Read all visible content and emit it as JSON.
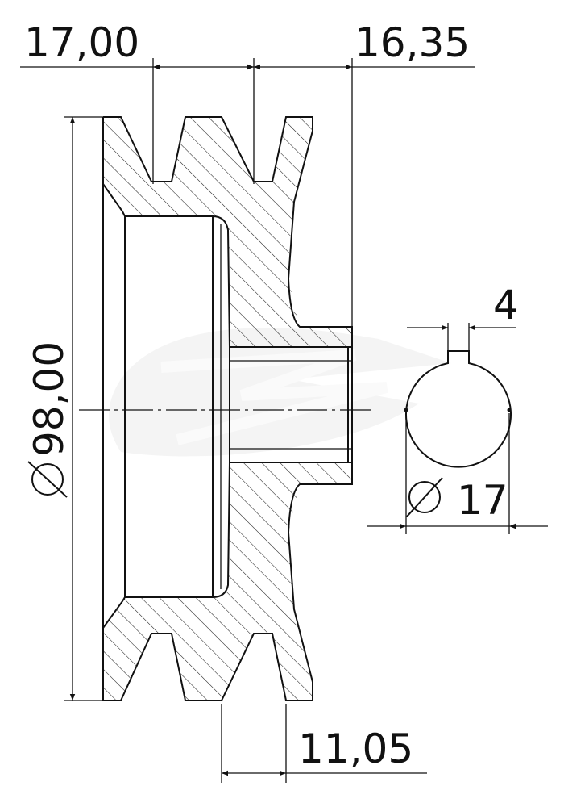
{
  "dimensions": {
    "top_left": "17,00",
    "top_right": "16,35",
    "left_diameter": "98,00",
    "bottom": "11,05",
    "key_width": "4",
    "bore_diameter": "17"
  },
  "icons": {
    "diameter_symbol": "diameter-symbol-icon",
    "watermark": "watermark-logo-icon"
  },
  "colors": {
    "line": "#111111",
    "watermark": "#e9e9e9"
  }
}
